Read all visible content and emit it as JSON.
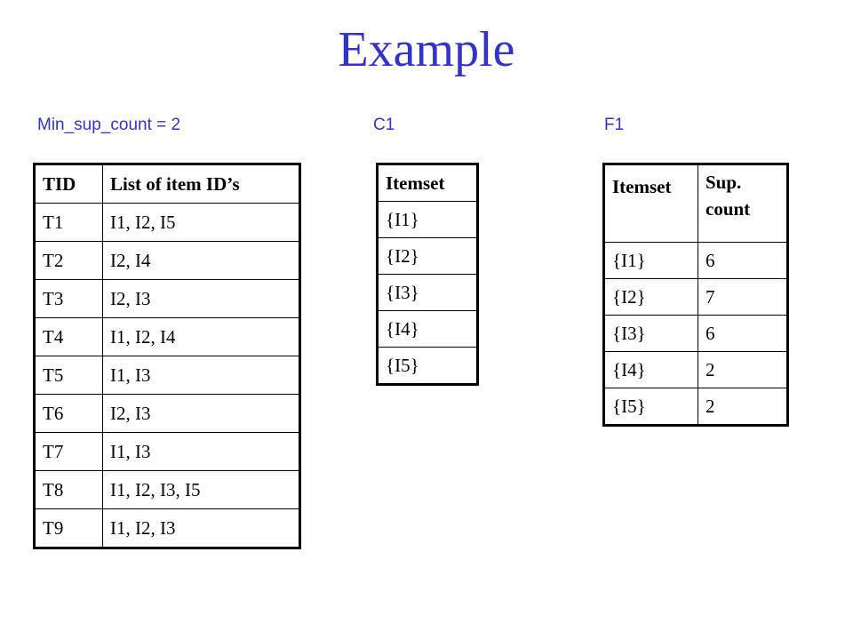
{
  "title": "Example",
  "labels": {
    "min_sup": "Min_sup_count = 2",
    "c1": "C1",
    "f1": "F1"
  },
  "tid_table": {
    "headers": [
      "TID",
      "List of item ID’s"
    ],
    "rows": [
      [
        "T1",
        "I1, I2, I5"
      ],
      [
        "T2",
        "I2, I4"
      ],
      [
        "T3",
        "I2, I3"
      ],
      [
        "T4",
        "I1, I2, I4"
      ],
      [
        "T5",
        "I1, I3"
      ],
      [
        "T6",
        "I2, I3"
      ],
      [
        "T7",
        "I1, I3"
      ],
      [
        "T8",
        "I1, I2, I3, I5"
      ],
      [
        "T9",
        "I1, I2, I3"
      ]
    ]
  },
  "c1_table": {
    "header": "Itemset",
    "rows": [
      "{I1}",
      "{I2}",
      "{I3}",
      "{I4}",
      "{I5}"
    ]
  },
  "f1_table": {
    "headers": [
      "Itemset",
      "Sup. count"
    ],
    "sup_header_lines": [
      "Sup.",
      "count"
    ],
    "rows": [
      [
        "{I1}",
        "6"
      ],
      [
        "{I2}",
        "7"
      ],
      [
        "{I3}",
        "6"
      ],
      [
        "{I4}",
        "2"
      ],
      [
        "{I5}",
        "2"
      ]
    ]
  }
}
